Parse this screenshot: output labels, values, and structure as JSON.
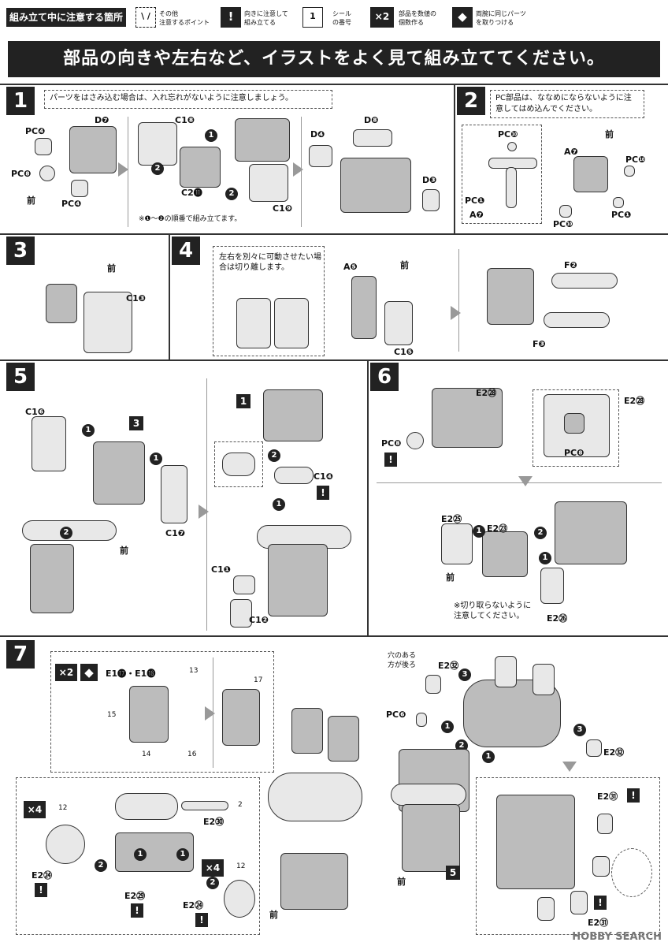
{
  "legend": {
    "title": "組み立て中に注意する箇所",
    "item1_icon": "\\ /",
    "item1_text": "その他\n注意するポイント",
    "item2_icon": "!",
    "item2_text": "向きに注意して\n組み立てる",
    "item3_icon": "1",
    "item3_text": "シール\nの番号",
    "item4_icon": "×2",
    "item4_text": "部品を数値の\n個数作る",
    "item5_icon": "◆",
    "item5_text": "両腕に同じパーツ\nを取りつける"
  },
  "banner": "部品の向きや左右など、イラストをよく見て組み立ててください。",
  "steps": {
    "s1": {
      "num": "1",
      "note": "パーツをはさみ込む場合は、入れ忘れがないように注意しましょう。",
      "labels": [
        "PC❹",
        "D❼",
        "PC❽",
        "前",
        "PC❹",
        "C1❽",
        "C2⓫",
        "C1❾",
        "D❹",
        "D❽",
        "D❸"
      ],
      "order_note": "※❶～❷の順番で組み立てます。"
    },
    "s2": {
      "num": "2",
      "note": "PC部品は、ななめにならないように注意してはめ込んでください。",
      "labels": [
        "PC❿",
        "PC❶",
        "A❼",
        "前",
        "A❼",
        "PC❿",
        "PC❶",
        "PC❿"
      ]
    },
    "s3": {
      "num": "3",
      "labels": [
        "前",
        "C1❸"
      ]
    },
    "s4": {
      "num": "4",
      "note": "左右を別々に可動させたい場合は切り離します。",
      "labels": [
        "A❺",
        "前",
        "C1❺",
        "F❷",
        "F❸"
      ]
    },
    "s5": {
      "num": "5",
      "labels": [
        "C1❻",
        "3",
        "C1❼",
        "前",
        "1",
        "C1❹",
        "C1❶",
        "C1❷"
      ]
    },
    "s6": {
      "num": "6",
      "labels": [
        "E2㉘",
        "PC❽",
        "E2㉘",
        "PC❽",
        "E2㉕",
        "E2㉓",
        "前",
        "E2㉖"
      ],
      "cut_note": "※切り取らないように\n注意してください。"
    },
    "s7": {
      "num": "7",
      "labels": [
        "×2",
        "E1⓱・E1⓲",
        "13",
        "15",
        "14",
        "16",
        "17",
        "×4",
        "12",
        "2",
        "E2㉚",
        "E2㉔",
        "E2㉙",
        "E2㉔",
        "×4",
        "12",
        "前",
        "穴のある\n方が後ろ",
        "E2㉜",
        "PC❻",
        "E2㉜",
        "5",
        "前",
        "E2㉛",
        "E2㉛"
      ]
    }
  },
  "watermark": "HOBBY SEARCH"
}
